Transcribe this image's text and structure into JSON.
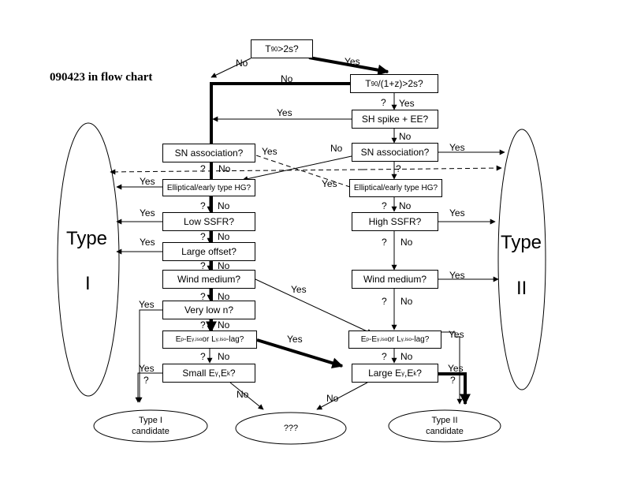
{
  "title": "090423 in flow chart",
  "nodes": {
    "t90": {
      "pre": "T",
      "sub": "90",
      "post": ">2s?"
    },
    "t90z": {
      "pre": "T",
      "sub": "90",
      "post": "/(1+z)>2s?"
    },
    "sh_spike": "SH spike + EE?",
    "sn_left": "SN association?",
    "sn_right": "SN association?",
    "hg_left": "Elliptical/early type HG?",
    "hg_right": "Elliptical/early type HG?",
    "low_ssfr": "Low SSFR?",
    "high_ssfr": "High SSFR?",
    "large_offset": "Large offset?",
    "wind_left": "Wind medium?",
    "wind_right": "Wind medium?",
    "very_low_n": "Very low n?",
    "ep_left": {
      "a": "E",
      "a_sub": "p",
      "b": "-E",
      "b_sub": "γ,iso",
      "c": " or L",
      "c_sub": "γ,iso",
      "d": "-lag?"
    },
    "ep_right": {
      "a": "E",
      "a_sub": "p",
      "b": "-E",
      "b_sub": "γ,iso",
      "c": " or L",
      "c_sub": "γ,iso",
      "d": "-lag?"
    },
    "small_e": {
      "a": "Small E",
      "a_sub": "γ",
      "b": ",E",
      "b_sub": "k",
      "c": " ?"
    },
    "large_e": {
      "a": "Large E",
      "a_sub": "γ",
      "b": ",E",
      "b_sub": "k",
      "c": "?"
    }
  },
  "outcomes": {
    "type1_candidate": [
      "Type I",
      "candidate"
    ],
    "unknown": "???",
    "type2_candidate": [
      "Type II",
      "candidate"
    ],
    "type1_big": [
      "Type",
      "I"
    ],
    "type2_big": [
      "Type",
      "II"
    ]
  },
  "labels": {
    "yes": "Yes",
    "no": "No",
    "q": "?"
  }
}
